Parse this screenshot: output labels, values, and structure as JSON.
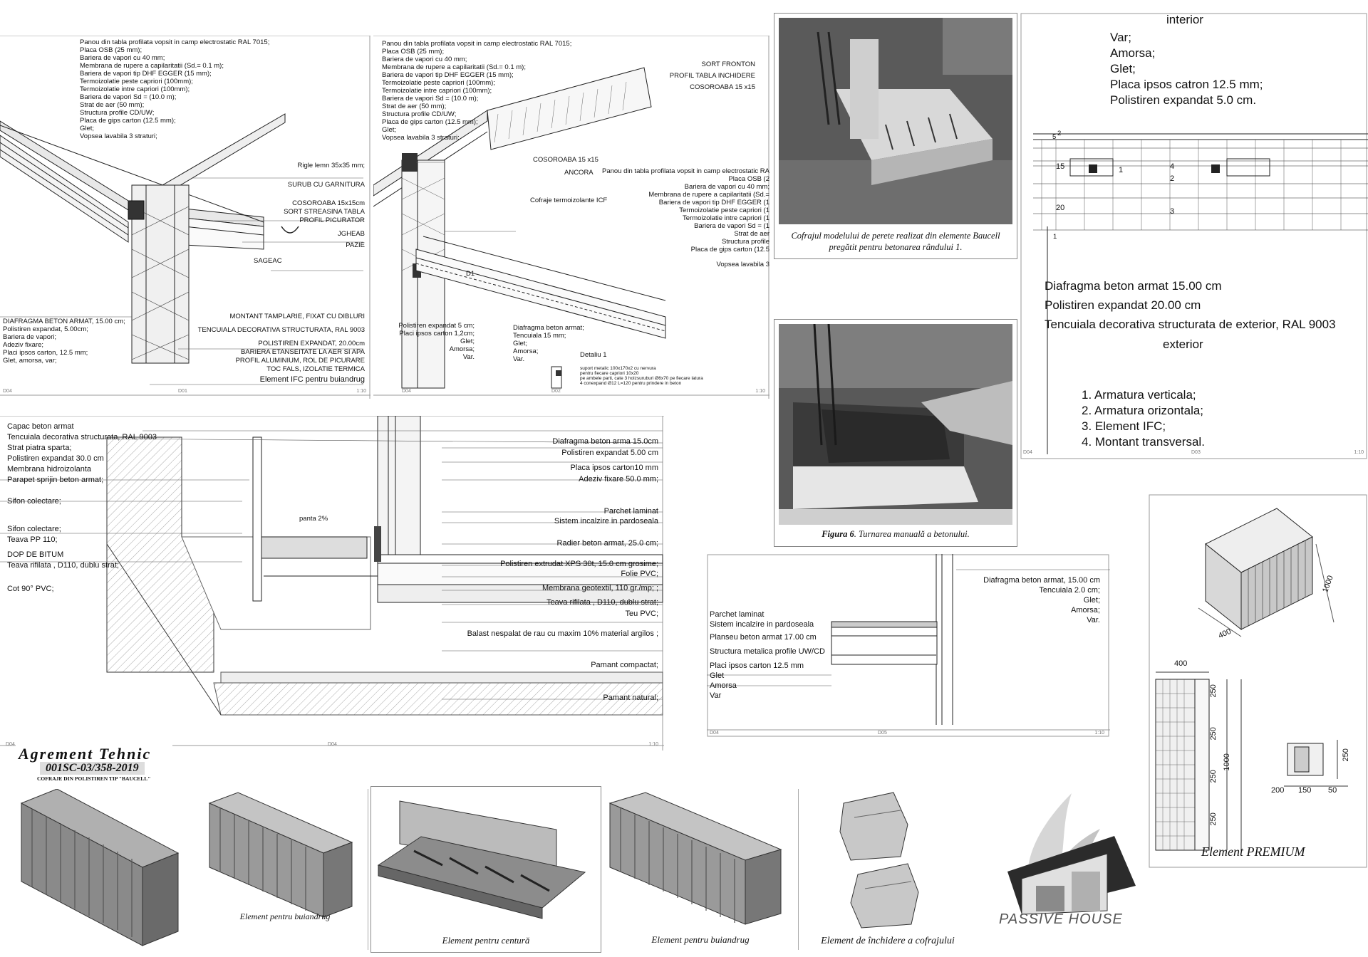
{
  "panel1": {
    "top_list": [
      "Panou din tabla profilata vopsit in camp electrostatic RAL 7015;",
      "Placa OSB (25 mm);",
      "Bariera de vapori cu 40 mm;",
      "Membrana de rupere a capilaritatii (Sd.= 0.1 m);",
      "Bariera de vapori tip DHF EGGER (15 mm);",
      "Termoizolatie peste capriori (100mm);",
      "Termoizolatie intre capriori (100mm);",
      "Bariera de vapori Sd = (10.0 m);",
      "Strat de aer (50 mm);",
      "Structura profile CD/UW;",
      "Placa de gips carton (12.5 mm);",
      "Glet;",
      "Vopsea lavabila 3 straturi;"
    ],
    "right_labels": [
      "Rigle lemn 35x35 mm;",
      "SURUB CU GARNITURA",
      "COSOROABA 15x15cm",
      "SORT STREASINA TABLA",
      "PROFIL PICURATOR",
      "JGHEAB",
      "PAZIE"
    ],
    "sageac": "SAGEAC",
    "left_list": [
      "DIAFRAGMA BETON ARMAT, 15.00 cm;",
      "Polistiren expandat, 5.00cm;",
      "Bariera de vapori;",
      "Adeziv fixare;",
      "Placi ipsos carton, 12.5 mm;",
      "Glet, amorsa, var;"
    ],
    "bottom_labels": [
      "MONTANT TAMPLARIE, FIXAT CU DIBLURI",
      "TENCUIALA DECORATIVA STRUCTURATA, RAL 9003",
      "POLISTIREN EXPANDAT, 20.00cm",
      "BARIERA ETANSEITATE LA AER SI APA",
      "PROFIL ALUMINIUM, ROL DE PICURARE",
      "TOC FALS, IZOLATIE TERMICA"
    ],
    "element_label": "Element IFC pentru buiandrug",
    "footer_left": "D04",
    "footer_mid": "D01",
    "footer_right": "1:10"
  },
  "panel2": {
    "top_list": [
      "Panou din tabla profilata vopsit in camp electrostatic RAL 7015;",
      "Placa OSB (25 mm);",
      "Bariera de vapori cu 40 mm;",
      "Membrana de rupere a capilaritatii (Sd.= 0.1 m);",
      "Bariera de vapori tip DHF EGGER (15 mm);",
      "Termoizolatie peste capriori (100mm);",
      "Termoizolatie intre capriori (100mm);",
      "Bariera de vapori Sd = (10.0 m);",
      "Strat de aer (50 mm);",
      "Structura profile CD/UW;",
      "Placa de gips carton (12.5 mm);",
      "Glet;",
      "Vopsea lavabila 3 straturi;"
    ],
    "right_top": [
      "SORT FRONTON",
      "PROFIL TABLA INCHIDERE",
      "COSOROABA 15 x15"
    ],
    "cosoroaba": "COSOROABA 15 x15",
    "ancora": "ANCORA",
    "cofraje": "Cofraje termoizolante ICF",
    "right_list": [
      "Panou din tabla profilata vopsit in camp electrostatic RA",
      "Placa OSB (2",
      "Bariera de vapori cu 40 mm;",
      "Membrana de rupere a capilaritatii (Sd.=",
      "Bariera de vapori tip DHF EGGER (1",
      "Termoizolatie peste capriori (1",
      "Termoizolatie intre capriori (1",
      "Bariera de vapori Sd = (1",
      "Strat de aer",
      "Structura profile",
      "Placa de gips carton (12.5",
      "Vopsea lavabila 3"
    ],
    "d1": "D1",
    "left_list": [
      "Polistiren expandat 5 cm;",
      "Placi ipsos carton 1,2cm;",
      "Glet;",
      "Amorsa;",
      "Var."
    ],
    "mid_list": [
      "Diafragma beton armat;",
      "Tencuiala 15 mm;",
      "Glet;",
      "Amorsa;",
      "Var."
    ],
    "detail_title": "Detaliu 1",
    "detail_notes": [
      "suport metalic 100x170x2 cu nervura",
      "pentru fiecare capriori 10x20",
      "pe ambele parti, cate 3 holzsuruburi Ø6x70 pe fiecare latura",
      "4 conexpand Ø12 L=120 pentru prindere in beton"
    ],
    "footer_left": "D04",
    "footer_mid": "D02",
    "footer_right": "1:10"
  },
  "photo1": {
    "caption": [
      "Cofrajul modelului de perete realizat din elemente Baucell",
      "pregătit pentru betonarea rândului 1."
    ]
  },
  "photo2": {
    "caption_prefix": "Figura 6",
    "caption_text": ". Turnarea manuală a betonului."
  },
  "panel3": {
    "interior": "interior",
    "interior_list": [
      "Var;",
      "Amorsa;",
      "Glet;",
      "Placa ipsos catron 12.5 mm;",
      "Polistiren expandat 5.0 cm."
    ],
    "dims": [
      "5",
      "2",
      "15",
      "20",
      "1"
    ],
    "marks": [
      "1",
      "2",
      "3",
      "4"
    ],
    "lower_list": [
      "Diafragma beton armat 15.00 cm",
      "Polistiren expandat 20.00 cm",
      "Tencuiala decorativa structurata de exterior, RAL 9003"
    ],
    "exterior": "exterior",
    "legend": [
      "1. Armatura verticala;",
      "2. Armatura orizontala;",
      "3. Element IFC;",
      "4. Montant transversal."
    ],
    "footer_left": "D04",
    "footer_mid": "D03",
    "footer_right": "1:10"
  },
  "panel4": {
    "left_list": [
      "Capac beton armat",
      "Tencuiala decorativa structurata, RAL 9003",
      "Strat piatra sparta;",
      "Polistiren expandat 30.0 cm",
      "Membrana hidroizolanta",
      "Parapet sprijin beton armat;",
      "Sifon colectare;",
      "Sifon colectare;",
      "Teava PP 110;",
      "DOP DE BITUM",
      "Teava rifilata , D110, dublu strat;",
      "Cot 90° PVC;"
    ],
    "panta": "panta 2%",
    "right_list": [
      "Diafragma beton arma 15.0cm",
      "Polistiren expandat 5.00 cm",
      "Placa ipsos carton10 mm",
      "Adeziv fixare 50.0 mm;",
      "Parchet laminat",
      "Sistem incalzire in pardoseala",
      "Radier beton armat, 25.0 cm;",
      "Polistiren extrudat XPS 30t, 15.0 cm grosime;",
      "Folie PVC;",
      "Membrana geotextil, 110 gr./mp; ;",
      "Teava rifilata , D110, dublu strat;",
      "Teu  PVC;",
      "Balast nespalat de rau cu maxim 10% material argilos ;",
      "Pamant compactat;",
      "Pamant natural;"
    ],
    "footer_left": "D04",
    "footer_mid": "D04",
    "footer_right": "1:10"
  },
  "panel5": {
    "right_list": [
      "Diafragma beton armat, 15.00 cm",
      "Tencuiala 2.0 cm;",
      "Glet;",
      "Amorsa;",
      "Var."
    ],
    "left_list": [
      "Parchet laminat",
      "Sistem incalzire in pardoseala",
      "Planseu beton armat 17.00 cm",
      "Structura metalica profile UW/CD",
      "Placi ipsos carton 12.5 mm",
      "Glet",
      "Amorsa",
      "Var"
    ],
    "footer_left": "D04",
    "footer_mid": "D05",
    "footer_right": "1:10"
  },
  "panel6": {
    "dims": [
      "1000",
      "400",
      "400",
      "250",
      "250",
      "250",
      "250",
      "1000",
      "250",
      "200",
      "150",
      "50"
    ],
    "caption": "Element PREMIUM"
  },
  "agrement": {
    "title": "Agrement Tehnic",
    "code": "001SC-03/358-2019",
    "subtitle": "COFRAJE DIN POLISTIREN TIP \"BAUCELL\""
  },
  "elements": {
    "e2": "Element pentru buiandrug",
    "e3": "Element pentru centură",
    "e4": "Element pentru buiandrug",
    "e5": "Element de închidere a cofrajului"
  },
  "logo": {
    "text": "PASSIVE HOUSE"
  }
}
